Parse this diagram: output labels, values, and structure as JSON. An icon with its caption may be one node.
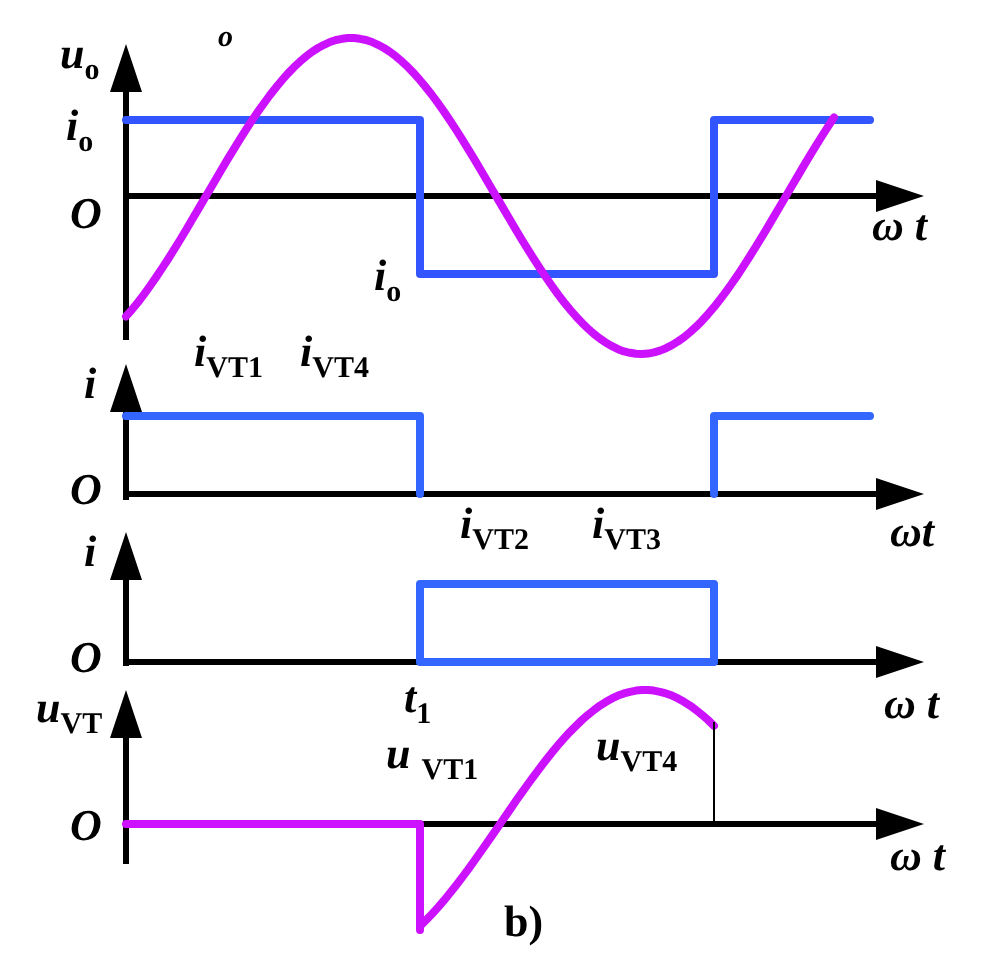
{
  "diagram": {
    "caption": "b)",
    "labels": [
      "u$_{o}$",
      "o",
      "i$_{o}$",
      "O",
      "ω t",
      "i$_{o}$",
      "i$_{VT1}$",
      "i$_{VT4}$",
      "i",
      "O",
      "ωt",
      "i$_{VT2}$",
      "i$_{VT3}$",
      "i",
      "O",
      "u$_{VT}$",
      "t$_{1}$",
      "ω t",
      "u $_{VT1}$",
      "u$_{VT4}$",
      "O",
      "ω t"
    ]
  }
}
